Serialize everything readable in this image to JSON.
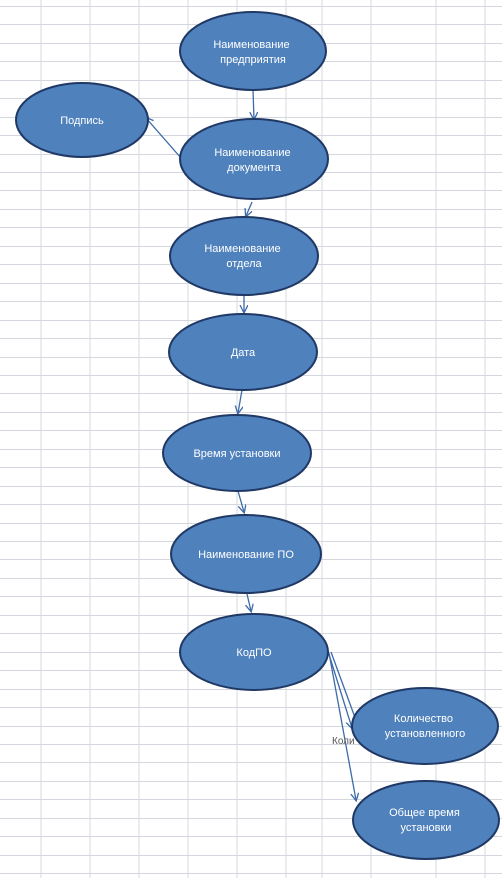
{
  "colors": {
    "node_fill": "#4F81BD",
    "node_stroke": "#1F3864",
    "edge": "#3E6AA8",
    "grid": "#D4D8DE",
    "label": "#FFFFFF"
  },
  "nodes": {
    "enterprise": [
      "Наименование",
      "предприятия"
    ],
    "signature": [
      "Подпись"
    ],
    "document": [
      "Наименование",
      "документа"
    ],
    "department": [
      "Наименование",
      "отдела"
    ],
    "date": [
      "Дата"
    ],
    "install_time": [
      "Время установки"
    ],
    "software_name": [
      "Наименование ПО"
    ],
    "software_code": [
      "КодПО"
    ],
    "installed_count": [
      "Количество",
      "установленного"
    ],
    "total_install_time": [
      "Общее время",
      "установки"
    ]
  },
  "cell_fragment": "Коли"
}
